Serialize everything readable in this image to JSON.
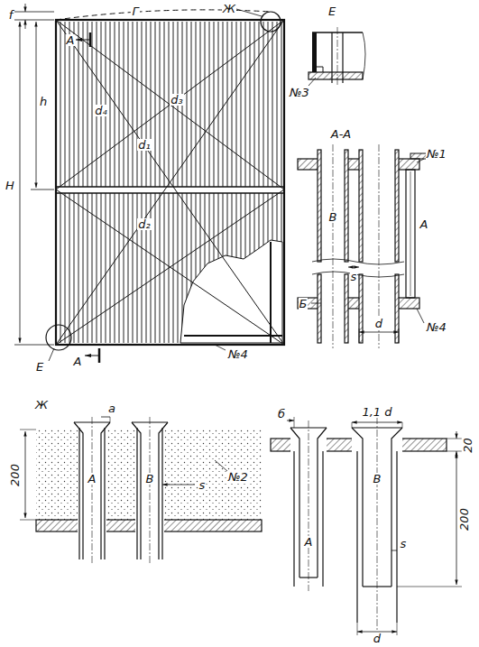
{
  "diagram": {
    "labels": [
      "А",
      "f",
      "Г",
      "Ж",
      "h",
      "H",
      "d₄",
      "d₃",
      "d₁",
      "d₂",
      "Е",
      "А",
      "№4",
      "Е",
      "№3",
      "А-А",
      "№1",
      "А",
      "В",
      "s",
      "Б",
      "d",
      "№4",
      "Ж",
      "А",
      "а",
      "В",
      "200",
      "s",
      "№2",
      "б",
      "1,1 d",
      "В",
      "20",
      "200",
      "А",
      "s",
      "d"
    ]
  }
}
